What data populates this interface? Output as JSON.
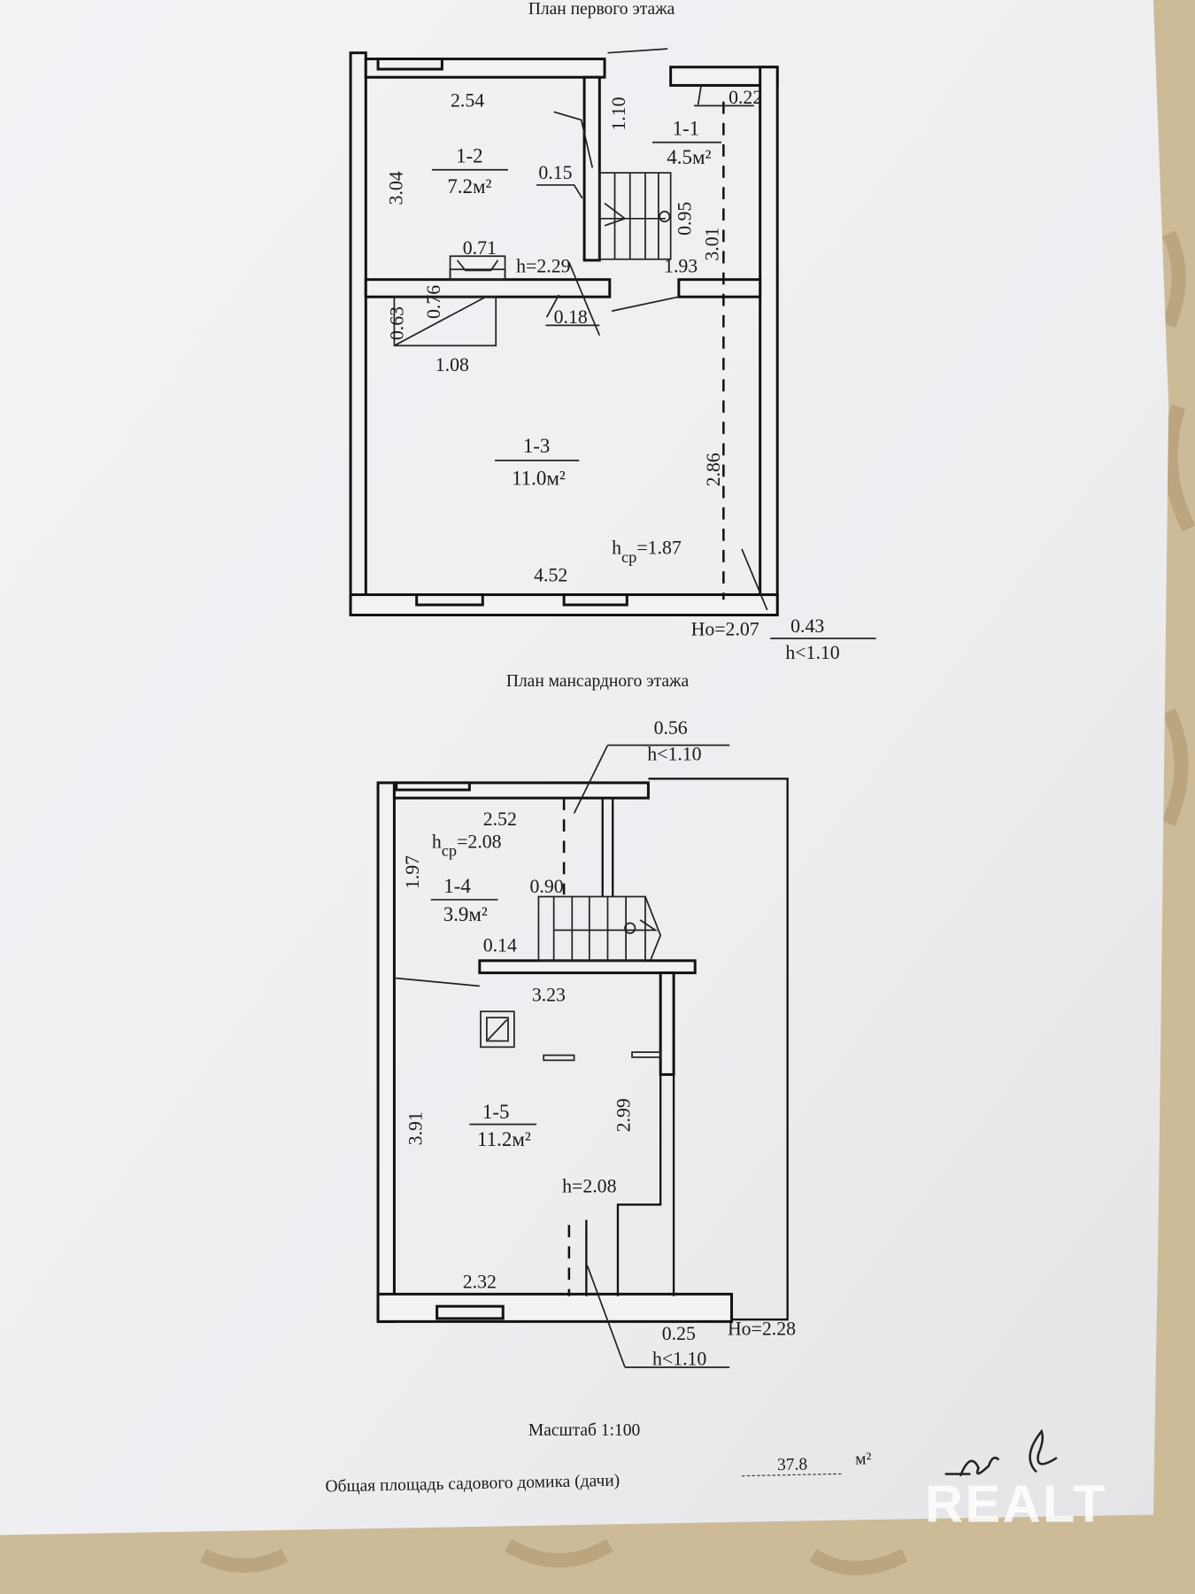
{
  "document": {
    "ground_floor_title": "План первого этажа",
    "attic_floor_title": "План мансардного этажа",
    "scale": "Масштаб 1:100",
    "total_area_label": "Общая площадь садового домика (дачи)",
    "total_area_value": "37.8",
    "total_area_unit": "м²",
    "signature": "signature",
    "watermark": "REALT"
  },
  "ground_floor": {
    "rooms": [
      {
        "id": "1-1",
        "area": "4.5м²"
      },
      {
        "id": "1-2",
        "area": "7.2м²"
      },
      {
        "id": "1-3",
        "area": "11.0м²"
      }
    ],
    "dimensions": {
      "d254": "2.54",
      "d110": "1.10",
      "d022": "0.22",
      "d304": "3.04",
      "d015": "0.15",
      "d095": "0.95",
      "d301": "3.01",
      "d071": "0.71",
      "d076": "0.76",
      "h229": "h=2.29",
      "d193": "1.93",
      "d063": "0.63",
      "d018": "0.18",
      "d108": "1.08",
      "d286": "2.86",
      "hcp": "h",
      "hcp_sub": "ср",
      "hcp_val": "=1.87",
      "d452": "4.52",
      "ho": "Ho=2.07",
      "d043": "0.43",
      "hlt": "h<1.10"
    }
  },
  "attic_floor": {
    "rooms": [
      {
        "id": "1-4",
        "area": "3.9м²"
      },
      {
        "id": "1-5",
        "area": "11.2м²"
      }
    ],
    "dimensions": {
      "d056": "0.56",
      "hlt_top": "h<1.10",
      "d252": "2.52",
      "hcp": "h",
      "hcp_sub": "ср",
      "hcp_val": "=2.08",
      "d197": "1.97",
      "d090": "0.90",
      "d014": "0.14",
      "d323": "3.23",
      "d391": "3.91",
      "d299": "2.99",
      "h208": "h=2.08",
      "d232": "2.32",
      "d025": "0.25",
      "hlt_bottom": "h<1.10",
      "ho": "Ho=2.28"
    }
  },
  "colors": {
    "paper": "#f1f1f3",
    "background": "#cdbb98",
    "ink": "#111111"
  }
}
